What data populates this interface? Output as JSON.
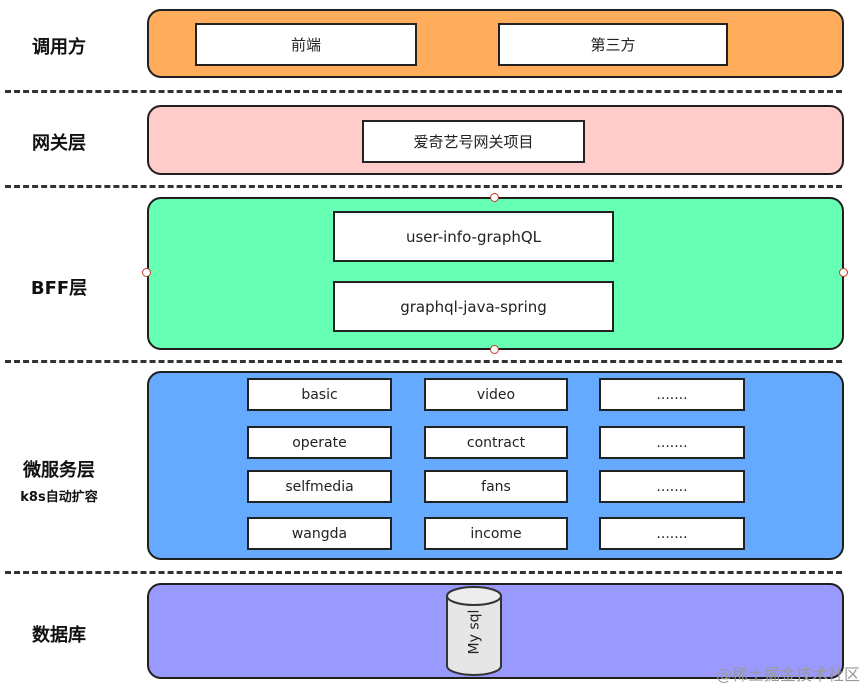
{
  "layers": {
    "caller": {
      "label": "调用方",
      "boxes": [
        "前端",
        "第三方"
      ],
      "color": "#FFAD5C"
    },
    "gateway": {
      "label": "网关层",
      "boxes": [
        "爱奇艺号网关项目"
      ],
      "color": "#FFCCCC"
    },
    "bff": {
      "label": "BFF层",
      "boxes": [
        "user-info-graphQL",
        "graphql-java-spring"
      ],
      "color": "#66FFB3"
    },
    "micro": {
      "label": "微服务层",
      "sublabel": "k8s自动扩容",
      "color": "#66AAFF",
      "services": [
        [
          "basic",
          "video",
          "......."
        ],
        [
          "operate",
          "contract",
          "......."
        ],
        [
          "selfmedia",
          "fans",
          "......."
        ],
        [
          "wangda",
          "income",
          "......."
        ]
      ]
    },
    "database": {
      "label": "数据库",
      "db_label": "My sql",
      "color": "#9999FF"
    }
  },
  "watermark": "@稀土掘金技术社区"
}
